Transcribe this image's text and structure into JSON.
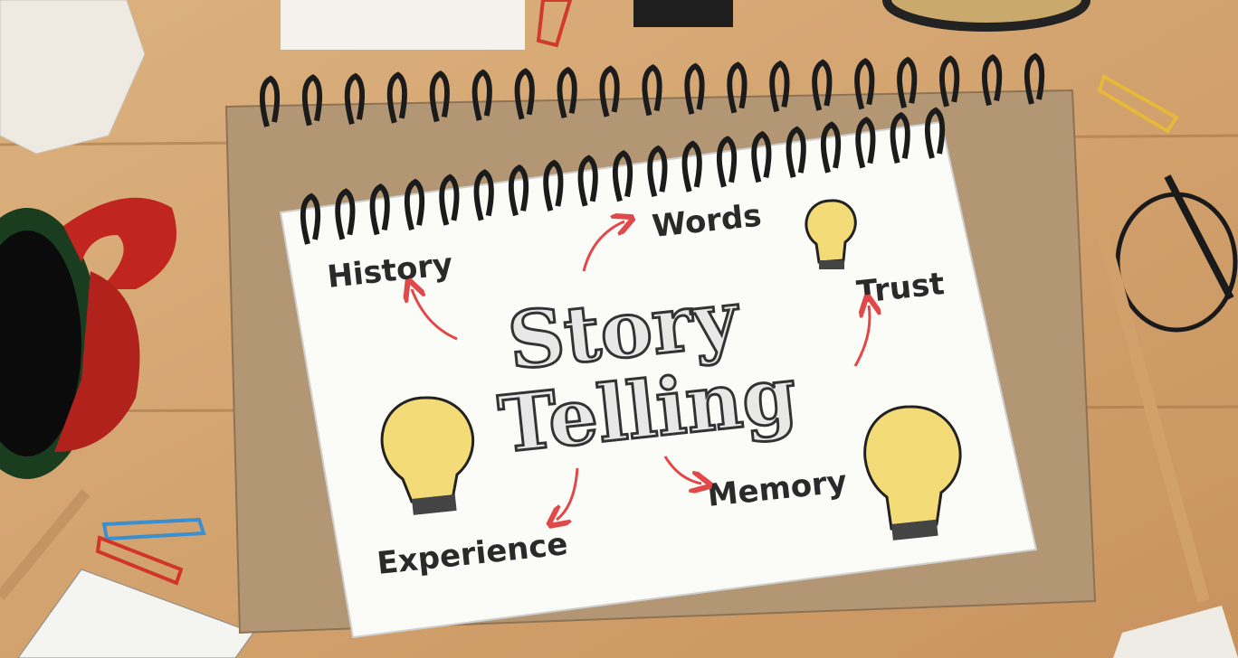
{
  "notebook": {
    "title_line1": "Story",
    "title_line2": "Telling",
    "words": [
      "History",
      "Words",
      "Trust",
      "Memory",
      "Experience"
    ]
  },
  "colors": {
    "wood": "#d6a873",
    "kraft": "#b39774",
    "page": "#fbfbf8",
    "arrow": "#e0484a",
    "bulb": "#f3dc78",
    "mug": "#c0261f"
  }
}
